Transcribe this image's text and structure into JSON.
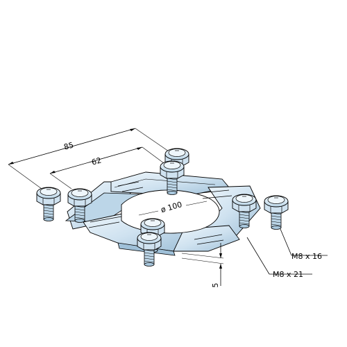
{
  "dimensions": {
    "overall_width": "85",
    "hole_spacing": "62",
    "diameter": "ø 100",
    "thickness": "5"
  },
  "callouts": {
    "bolt_short": "M8 x 16",
    "bolt_long": "M8 x 21"
  },
  "colors": {
    "part_fill": "#cfe2f0",
    "part_shade": "#a9c8de",
    "part_highlight": "#eef6fb",
    "outline": "#000000"
  }
}
